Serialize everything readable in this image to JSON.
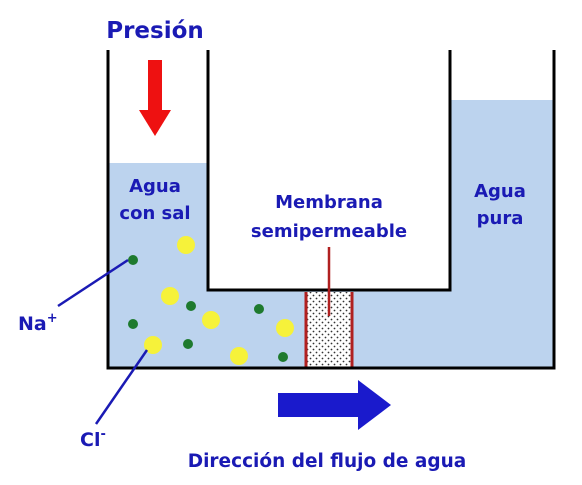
{
  "labels": {
    "pressure": "Presión",
    "salt_water_line1": "Agua",
    "salt_water_line2": "con sal",
    "membrane_line1": "Membrana",
    "membrane_line2": "semipermeable",
    "pure_water_line1": "Agua",
    "pure_water_line2": "pura",
    "sodium_base": "Na",
    "sodium_charge": "+",
    "chloride_base": "Cl",
    "chloride_charge": "-",
    "flow_direction": "Dirección del flujo de agua"
  },
  "colors": {
    "text": "#1a1ab4",
    "water": "#bcd3ee",
    "container_wall": "#000000",
    "pressure_arrow": "#ee1111",
    "flow_arrow": "#1a1acc",
    "membrane_border": "#b02020",
    "sodium_ion": "#1e7a2e",
    "chloride_ion": "#f6f23a"
  }
}
